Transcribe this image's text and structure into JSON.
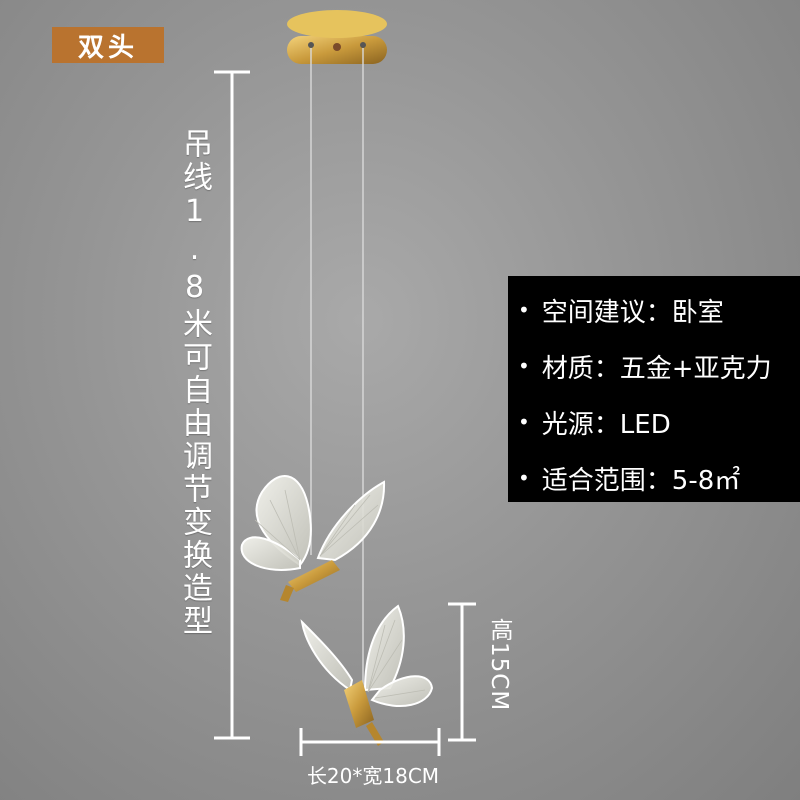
{
  "badge": "双头",
  "cable_note": "吊线1.8米可自由调节变换造型",
  "specs": [
    "空间建议：卧室",
    "材质：五金+亚克力",
    "光源：LED",
    "适合范围：5-8㎡"
  ],
  "bullet_char": "•",
  "height_label": "高15CM",
  "size_label": "长20*宽18CM",
  "colors": {
    "background": "#959595",
    "badge": "#b9732f",
    "spec_box": "#000000",
    "gold": "#c99a3c"
  }
}
